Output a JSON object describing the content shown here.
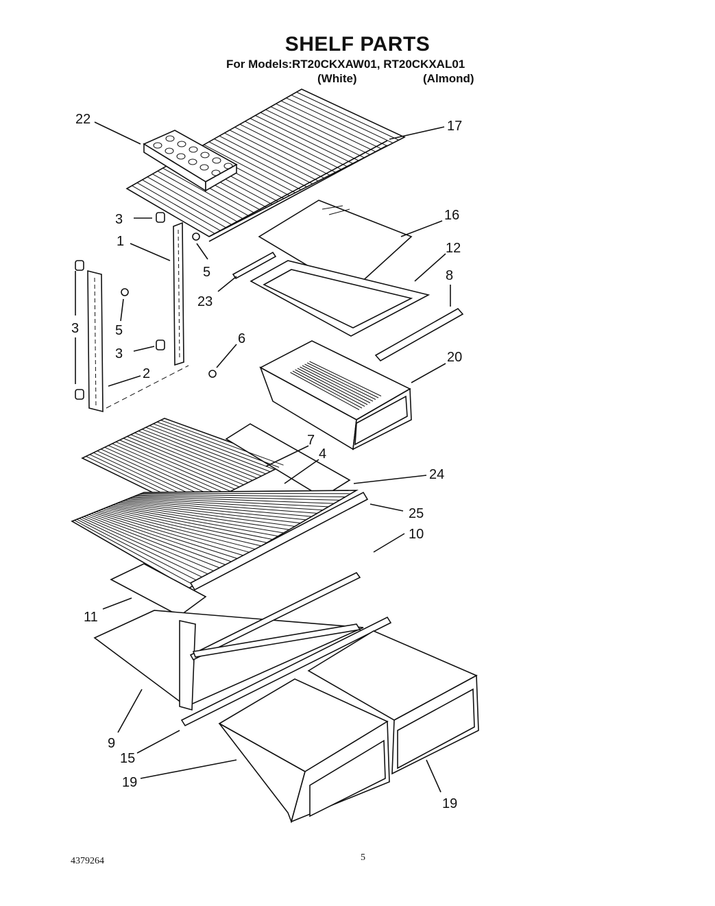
{
  "header": {
    "title": "SHELF PARTS",
    "models_label": "For Models:",
    "models": "RT20CKXAW01, RT20CKXAL01",
    "variant_white": "(White)",
    "variant_almond": "(Almond)"
  },
  "callouts": {
    "c22": "22",
    "c17": "17",
    "c3a": "3",
    "c1": "1",
    "c5a": "5",
    "c16": "16",
    "c12": "12",
    "c23": "23",
    "c8": "8",
    "c3b": "3",
    "c5b": "5",
    "c3c": "3",
    "c6": "6",
    "c20": "20",
    "c2": "2",
    "c7": "7",
    "c4": "4",
    "c24": "24",
    "c25": "25",
    "c10": "10",
    "c11": "11",
    "c9": "9",
    "c15": "15",
    "c19a": "19",
    "c19b": "19"
  },
  "footer": {
    "doc_number": "4379264",
    "page_number": "5"
  }
}
